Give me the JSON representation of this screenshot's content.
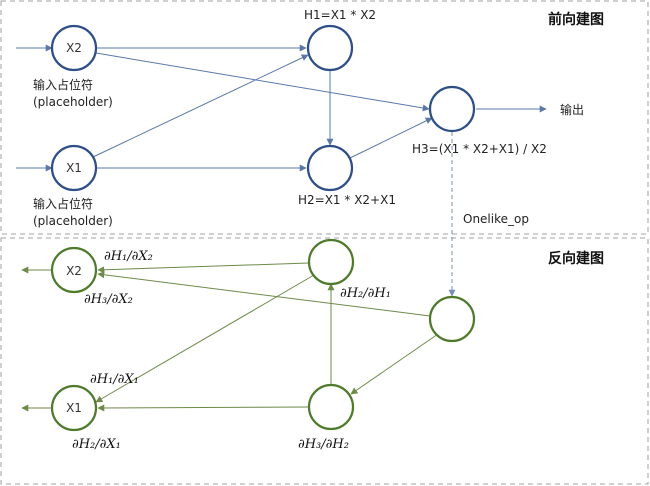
{
  "forward": {
    "title": "前向建图",
    "nodes": {
      "x2": "X2",
      "x1": "X1"
    },
    "x2_caption_line1": "输入占位符",
    "x2_caption_line2": "(placeholder)",
    "x1_caption_line1": "输入占位符",
    "x1_caption_line2": "(placeholder)",
    "h1_label": "H1=X1 * X2",
    "h2_label": "H2=X1 * X2+X1",
    "h3_label": "H3=(X1 * X2+X1) / X2",
    "output_label": "输出"
  },
  "bridge_label": "Onelike_op",
  "backward": {
    "title": "反向建图",
    "nodes": {
      "x2": "X2",
      "x1": "X1"
    },
    "grad_h1_x2": "∂H₁/∂X₂",
    "grad_h3_x2": "∂H₃/∂X₂",
    "grad_h2_h1": "∂H₂/∂H₁",
    "grad_h1_x1": "∂H₁/∂X₁",
    "grad_h2_x1": "∂H₂/∂X₁",
    "grad_h3_h2": "∂H₃/∂H₂"
  },
  "colors": {
    "forward_node": "#2d4f86",
    "backward_node": "#4f7a2c",
    "forward_edge": "#5a78a8",
    "backward_edge": "#6d8a4a",
    "panel_border": "#a0a0a0"
  }
}
